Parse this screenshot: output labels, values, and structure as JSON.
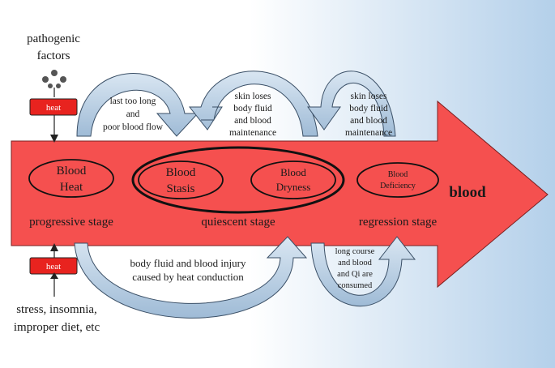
{
  "diagram": {
    "source": {
      "label_line1": "pathogenic",
      "label_line2": "factors"
    },
    "heat_box_label": "heat",
    "bottom_source": {
      "line1": "stress, insomnia,",
      "line2": "improper diet, etc"
    },
    "end_label": "blood",
    "stages": {
      "progressive": "progressive stage",
      "quiescent": "quiescent stage",
      "regression": "regression stage"
    },
    "nodes": {
      "heat": {
        "line1": "Blood",
        "line2": "Heat"
      },
      "stasis": {
        "line1": "Blood",
        "line2": "Stasis"
      },
      "dryness": {
        "line1": "Blood",
        "line2": "Dryness"
      },
      "deficiency": {
        "line1": "Blood",
        "line2": "Deficiency"
      }
    },
    "top_loops": {
      "loop1": {
        "line1": "last too long",
        "line2": "and",
        "line3": "poor blood flow"
      },
      "loop2": {
        "line1": "skin loses",
        "line2": "body fluid",
        "line3": "and blood",
        "line4": "maintenance"
      },
      "loop3": {
        "line1": "skin loses",
        "line2": "body fluid",
        "line3": "and blood",
        "line4": "maintenance"
      }
    },
    "bottom_loops": {
      "loop1": {
        "line1": "body fluid and blood injury",
        "line2": "caused by heat conduction"
      },
      "loop2": {
        "line1": "long course",
        "line2": "and blood",
        "line3": "and Qi are",
        "line4": "consumed"
      }
    },
    "colors": {
      "main_arrow": "#f5504f",
      "heat_box": "#e8231f",
      "loop_arrow": "#a9c4de",
      "background_right": "#b7d3ec"
    }
  }
}
